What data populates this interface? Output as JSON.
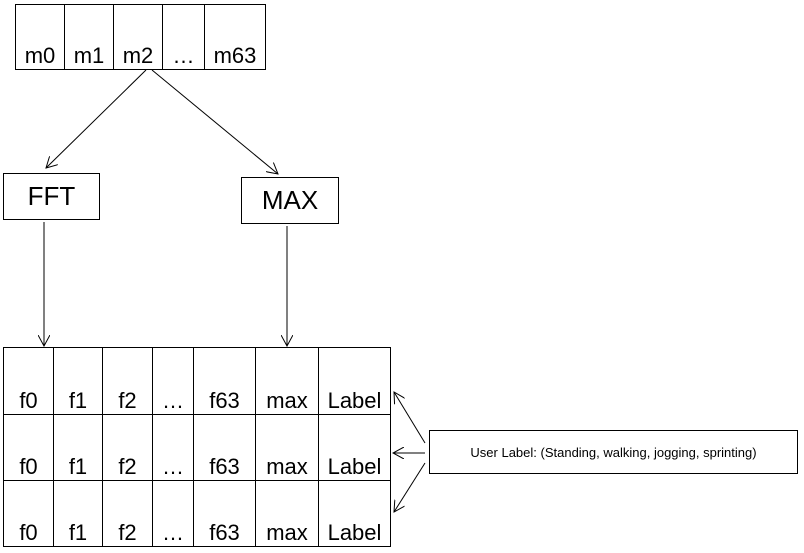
{
  "input_array": {
    "cells": [
      "m0",
      "m1",
      "m2",
      "…",
      "m63"
    ]
  },
  "nodes": {
    "fft_label": "FFT",
    "max_label": "MAX"
  },
  "feature_table": {
    "rows": [
      [
        "f0",
        "f1",
        "f2",
        "…",
        "f63",
        "max",
        "Label"
      ],
      [
        "f0",
        "f1",
        "f2",
        "…",
        "f63",
        "max",
        "Label"
      ],
      [
        "f0",
        "f1",
        "f2",
        "…",
        "f63",
        "max",
        "Label"
      ]
    ]
  },
  "user_label": {
    "text": "User Label: (Standing, walking, jogging, sprinting)"
  }
}
